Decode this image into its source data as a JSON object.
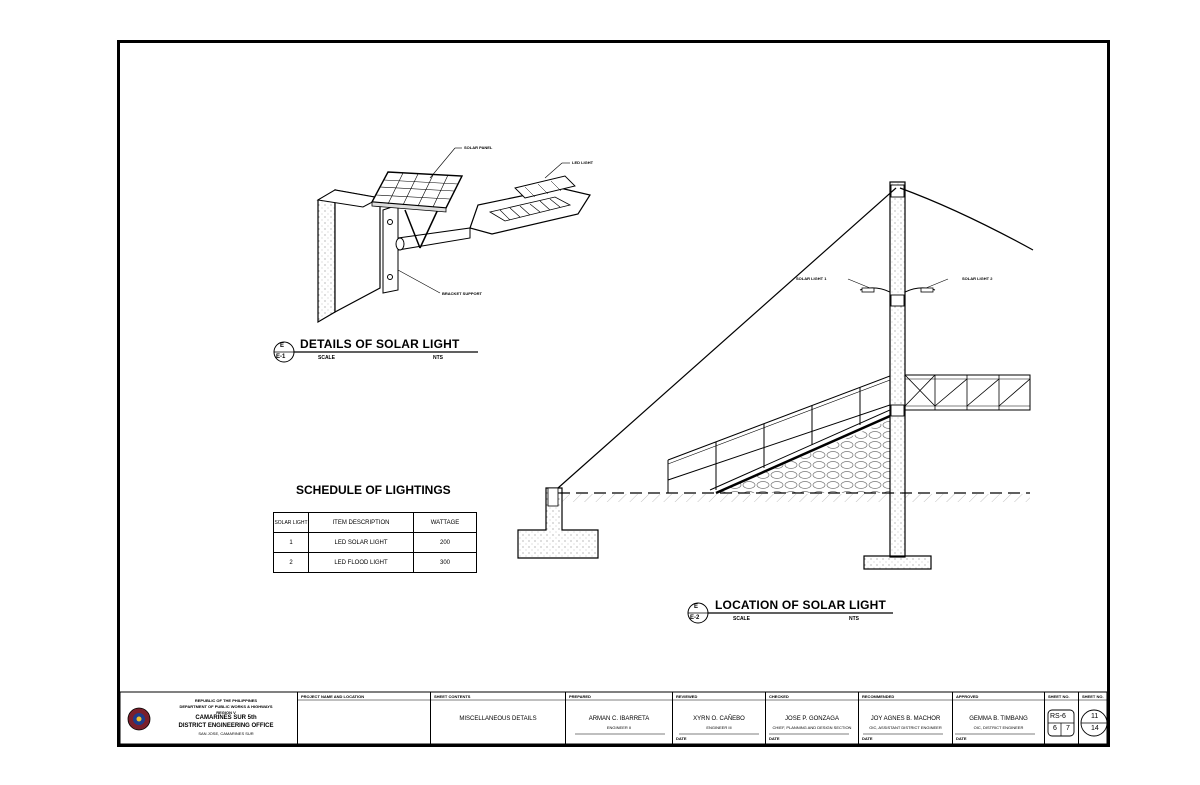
{
  "detail1": {
    "callout_letter": "E",
    "callout_ref": "E-1",
    "title": "DETAILS OF SOLAR LIGHT",
    "scale_label": "SCALE",
    "scale_value": "NTS",
    "label_solar_panel": "SOLAR PANEL",
    "label_led_light": "LED LIGHT",
    "label_bracket": "BRACKET SUPPORT"
  },
  "detail2": {
    "callout_letter": "E",
    "callout_ref": "E-2",
    "title": "LOCATION OF SOLAR LIGHT",
    "scale_label": "SCALE",
    "scale_value": "NTS",
    "label_light1": "SOLAR LIGHT 1",
    "label_light2": "SOLAR LIGHT 2"
  },
  "schedule": {
    "title": "SCHEDULE OF LIGHTINGS",
    "headers": [
      "SOLAR LIGHT",
      "ITEM DESCRIPTION",
      "WATTAGE"
    ],
    "rows": [
      {
        "no": "1",
        "desc": "LED SOLAR LIGHT",
        "watt": "200"
      },
      {
        "no": "2",
        "desc": "LED FLOOD LIGHT",
        "watt": "300"
      }
    ]
  },
  "title_block": {
    "agency_line1": "REPUBLIC OF THE PHILIPPINES",
    "agency_line2": "DEPARTMENT OF PUBLIC WORKS & HIGHWAYS",
    "agency_line3": "REGION V",
    "agency_line4": "CAMARINES SUR 5th",
    "agency_line5": "DISTRICT ENGINEERING OFFICE",
    "agency_line6": "SAN JOSE, CAMARINES SUR",
    "project_head": "PROJECT NAME AND LOCATION",
    "sheet_contents_head": "SHEET CONTENTS",
    "sheet_contents": "MISCELLANEOUS DETAILS",
    "prepared_head": "PREPARED",
    "prepared_name": "ARMAN C. IBARRETA",
    "prepared_role": "ENGINEER II",
    "reviewed1_head": "REVIEWED",
    "reviewed1_name": "XYRN O. CAÑEBO",
    "reviewed1_role": "ENGINEER III",
    "checked_head": "CHECKED",
    "checked_name": "JOSE P. GONZAGA",
    "checked_role": "CHIEF, PLANNING AND DESIGN SECTION",
    "recommended_head": "RECOMMENDED",
    "recommended_name": "JOY AGNES B. MACHOR",
    "recommended_role": "OIC, ASSISTANT DISTRICT ENGINEER",
    "approved_head": "APPROVED",
    "approved_name": "GEMMA B. TIMBANG",
    "approved_role": "OIC, DISTRICT ENGINEER",
    "date_label": "DATE",
    "sheet_code_head": "SHEET NO.",
    "sheet_code": "RS-6",
    "sheet_sub_a": "6",
    "sheet_sub_b": "7",
    "sheet_no_head": "SHEET NO.",
    "sheet_no": "11",
    "sheet_total": "14"
  }
}
